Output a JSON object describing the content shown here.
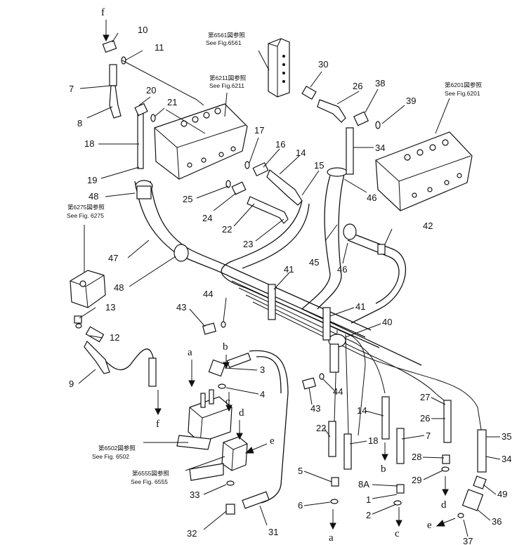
{
  "refs": {
    "fig6561": {
      "jp": "第6561図参照",
      "en": "See Fig.6561"
    },
    "fig6211": {
      "jp": "第6211図参照",
      "en": "See Fig.6211"
    },
    "fig6201": {
      "jp": "第6201図参照",
      "en": "See Fig.6201"
    },
    "fig6275": {
      "jp": "第6275図参照",
      "en": "See Fig. 6275"
    },
    "fig6502": {
      "jp": "第6502図参照",
      "en": "See Fig. 6502"
    },
    "fig6555": {
      "jp": "第6555図参照",
      "en": "See  Fig. 6555"
    }
  },
  "callouts": [
    "10",
    "11",
    "7",
    "8",
    "20",
    "21",
    "18",
    "19",
    "48",
    "47",
    "48",
    "25",
    "24",
    "22",
    "23",
    "17",
    "16",
    "14",
    "15",
    "30",
    "26",
    "38",
    "39",
    "34",
    "46",
    "46",
    "45",
    "42",
    "41",
    "41",
    "40",
    "44",
    "43",
    "13",
    "12",
    "9",
    "3",
    "4",
    "44",
    "43",
    "14",
    "18",
    "22",
    "5",
    "6",
    "27",
    "26",
    "7",
    "28",
    "29",
    "8A",
    "1",
    "2",
    "35",
    "34",
    "49",
    "36",
    "37",
    "31",
    "32",
    "33"
  ],
  "links": [
    "f",
    "f",
    "a",
    "a",
    "b",
    "b",
    "c",
    "c",
    "d",
    "d",
    "e",
    "e"
  ]
}
